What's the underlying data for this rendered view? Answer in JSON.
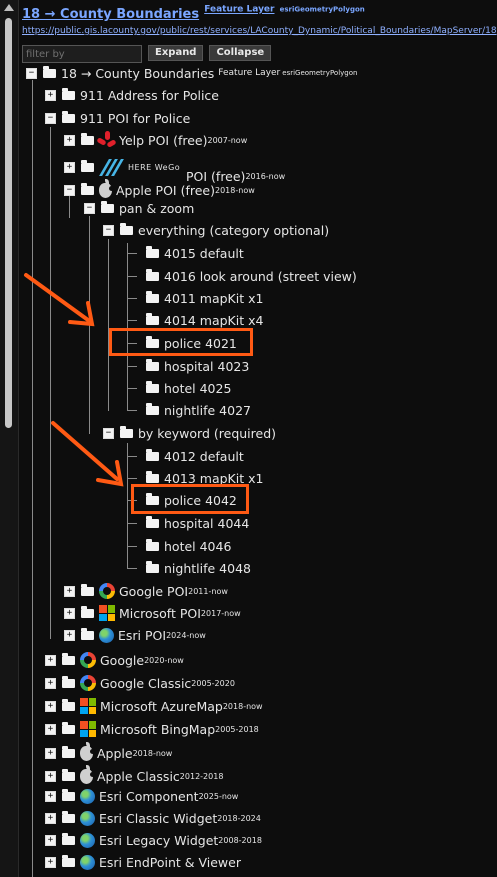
{
  "header": {
    "title": "18 → County Boundaries",
    "layer_type": "Feature Layer",
    "geometry": "esriGeometryPolygon",
    "url": "https://public.gis.lacounty.gov/public/rest/services/LACounty_Dynamic/Political_Boundaries/MapServer/18"
  },
  "toolbar": {
    "filter_placeholder": "filter by",
    "expand_label": "Expand",
    "collapse_label": "Collapse"
  },
  "colors": {
    "accent_link": "#7aa6ff",
    "highlight": "#ff5a14",
    "background": "#0d0d0d"
  },
  "tree": {
    "root": {
      "label": "18 → County Boundaries",
      "sup1": "Feature Layer",
      "sup2": "esriGeometryPolygon"
    },
    "address_police": "911 Address for Police",
    "poi_police": "911 POI for Police",
    "yelp": {
      "label": "Yelp POI (free)",
      "sup": "2007-now"
    },
    "here": {
      "brand": "HERE WeGo",
      "label": "POI (free)",
      "sup": "2016-now"
    },
    "apple_poi": {
      "label": "Apple POI (free)",
      "sup": "2018-now"
    },
    "pan_zoom": "pan & zoom",
    "everything": "everything (category optional)",
    "everything_items": [
      "4015 default",
      "4016 look around (street view)",
      "4011 mapKit x1",
      "4014 mapKit x4",
      "police 4021",
      "hospital 4023",
      "hotel 4025",
      "nightlife 4027"
    ],
    "by_keyword": "by keyword (required)",
    "keyword_items": [
      "4012 default",
      "4013 mapKit x1",
      "police 4042",
      "hospital 4044",
      "hotel 4046",
      "nightlife 4048"
    ],
    "google_poi": {
      "label": "Google POI",
      "sup": "2011-now"
    },
    "microsoft_poi": {
      "label": "Microsoft POI",
      "sup": "2017-now"
    },
    "esri_poi": {
      "label": "Esri POI",
      "sup": "2024-now"
    },
    "google": {
      "label": "Google",
      "sup": "2020-now"
    },
    "google_classic": {
      "label": "Google Classic",
      "sup": "2005-2020"
    },
    "ms_azure": {
      "label": "Microsoft AzureMap",
      "sup": "2018-now"
    },
    "ms_bing": {
      "label": "Microsoft BingMap",
      "sup": "2005-2018"
    },
    "apple": {
      "label": "Apple",
      "sup": "2018-now"
    },
    "apple_classic": {
      "label": "Apple Classic",
      "sup": "2012-2018"
    },
    "esri_component": {
      "label": "Esri Component",
      "sup": "2025-now"
    },
    "esri_classic_widget": {
      "label": "Esri Classic Widget",
      "sup": "2018-2024"
    },
    "esri_legacy_widget": {
      "label": "Esri Legacy Widget",
      "sup": "2008-2018"
    },
    "esri_endpoint": {
      "label": "Esri EndPoint & Viewer"
    }
  }
}
